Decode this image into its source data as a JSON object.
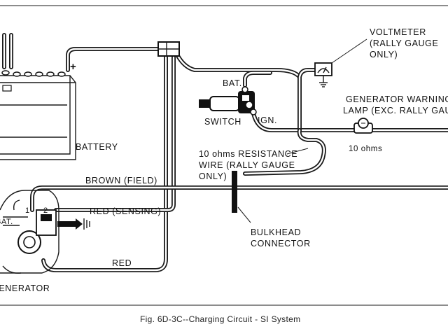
{
  "labels": {
    "voltmeter": [
      "VOLTMETER",
      "(RALLY GAUGE",
      "ONLY)"
    ],
    "battery": "BATTERY",
    "bat": "BAT.",
    "switch": "SWITCH",
    "ign": "IGN.",
    "warning_lamp": [
      "GENERATOR WARNING",
      "LAMP (EXC. RALLY GAUGE)"
    ],
    "lamp_ohms": "10 ohms",
    "resistance_wire": [
      "10 ohms RESISTANCE",
      "WIRE (RALLY GAUGE",
      "ONLY)"
    ],
    "brown_field": "BROWN (FIELD)",
    "red_sensing": "RED (SENSING)",
    "red": "RED",
    "bulkhead": [
      "BULKHEAD",
      "CONNECTOR"
    ],
    "generator": "GENERATOR",
    "gen_bat": "BAT.",
    "terminal_1": "1",
    "terminal_2": "2",
    "battery_plus": "+"
  },
  "caption": "Fig. 6D-3C--Charging Circuit - SI System"
}
